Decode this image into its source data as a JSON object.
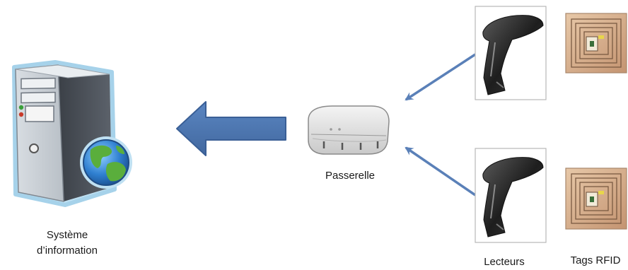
{
  "nodes": {
    "system": {
      "label_line1": "Système",
      "label_line2": "d’information",
      "icon": "server-tower-with-globe-icon"
    },
    "gateway": {
      "label": "Passerelle",
      "icon": "gateway-router-icon"
    },
    "readers": {
      "label": "Lecteurs",
      "icon": "barcode-scanner-icon",
      "count": 2
    },
    "tags": {
      "label": "Tags RFID",
      "icon": "rfid-tag-icon",
      "count": 2
    }
  },
  "colors": {
    "arrow_fill": "#4f78b4",
    "arrow_stroke": "#3a5f96",
    "line_arrow": "#5a80b8",
    "server_body": "#4a4f57",
    "server_glow": "#bfe0f2",
    "globe_ocean": "#2f7fd0",
    "globe_land": "#5aae3c",
    "tag_copper": "#c9a080"
  }
}
